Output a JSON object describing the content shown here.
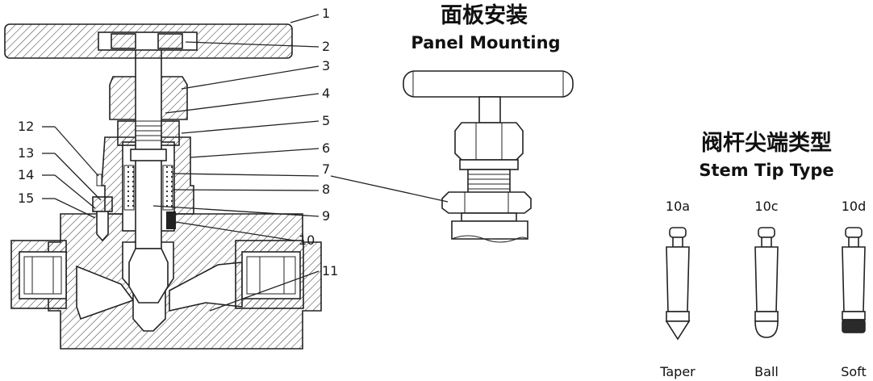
{
  "panel_mounting": {
    "title_zh": "面板安装",
    "title_en": "Panel Mounting"
  },
  "stem_tip": {
    "title_zh": "阀杆尖端类型",
    "title_en": "Stem Tip Type",
    "types": [
      {
        "code": "10a",
        "name": "Taper"
      },
      {
        "code": "10c",
        "name": "Ball"
      },
      {
        "code": "10d",
        "name": "Soft"
      }
    ]
  },
  "callouts": [
    "1",
    "2",
    "3",
    "4",
    "5",
    "6",
    "7",
    "8",
    "9",
    "10",
    "11",
    "12",
    "13",
    "14",
    "15"
  ]
}
